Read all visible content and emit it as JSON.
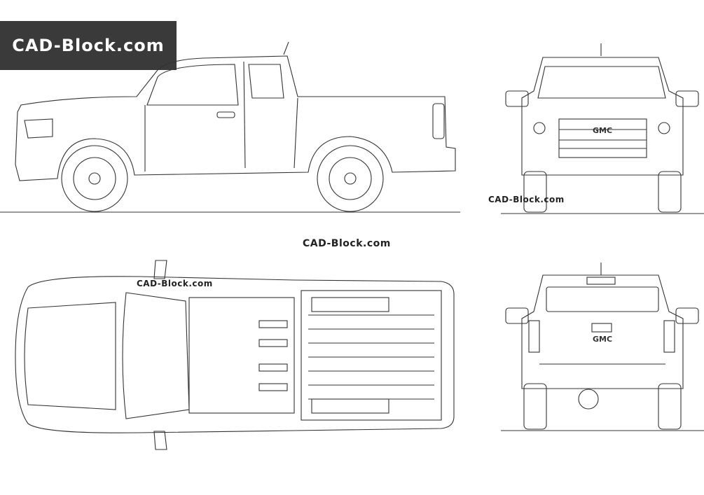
{
  "logo": {
    "text": "CAD-Block.com"
  },
  "watermarks": [
    "CAD-Block.com",
    "CAD-Block.com",
    "CAD-Block.com"
  ],
  "badges": {
    "front_grille": "GMC",
    "tailgate": "GMC"
  },
  "views": [
    "side-view",
    "front-view",
    "top-view",
    "rear-view"
  ]
}
